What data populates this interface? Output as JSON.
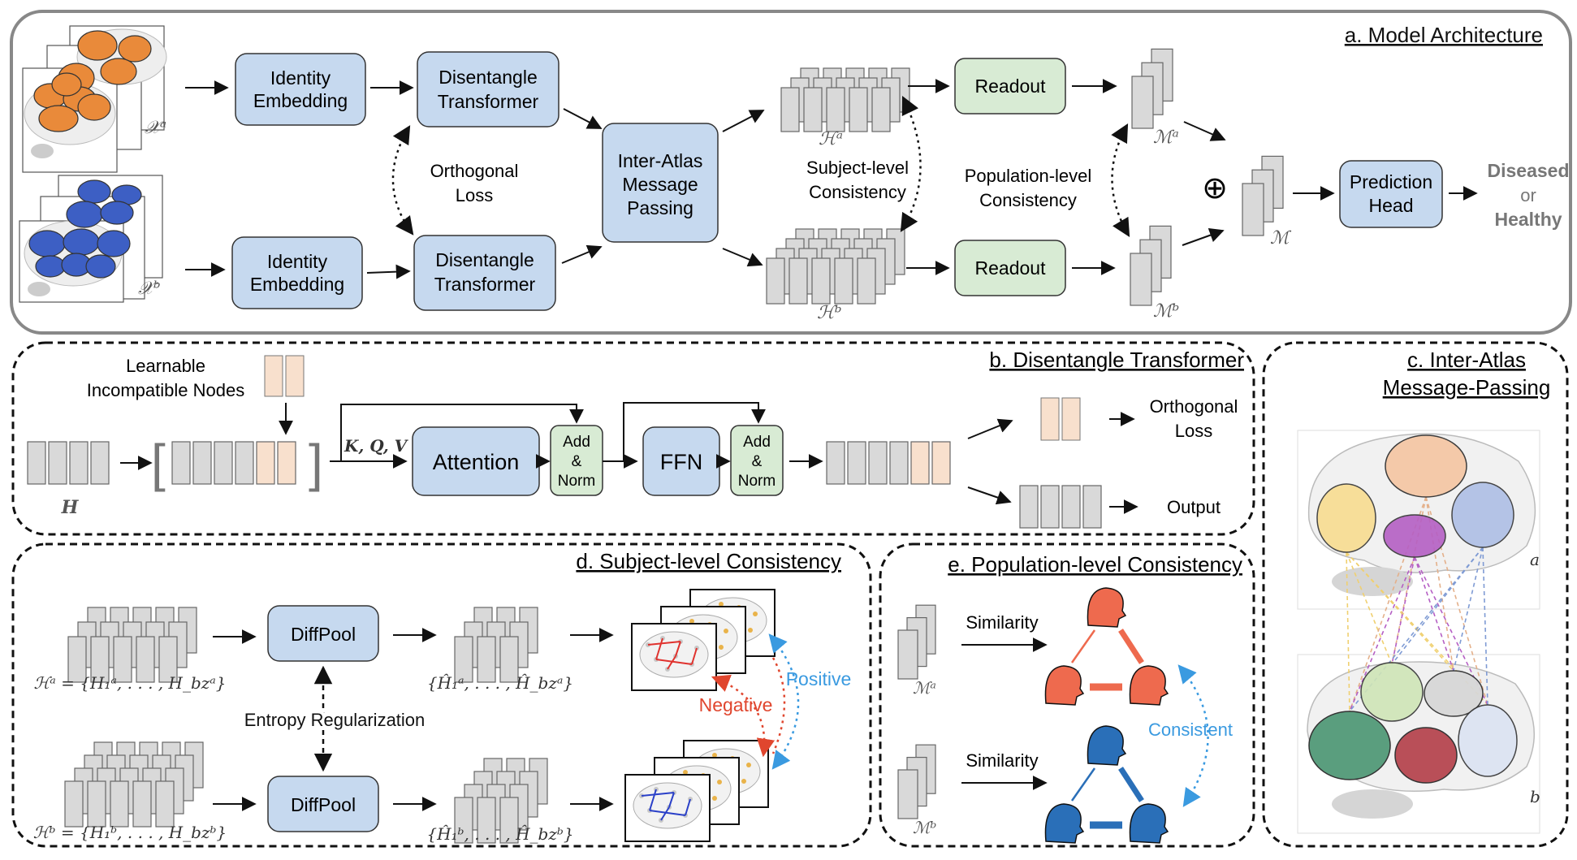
{
  "colors": {
    "blue_box": "#c6d9ef",
    "green_box": "#d8ebd4",
    "gray_block": "#d9d9d9",
    "peach_block": "#f8e0cd",
    "orange_region": "#e98a3a",
    "blue_region": "#3d5fc4",
    "negative": "#e0462e",
    "positive": "#3a9ae0",
    "person_red": "#ee6a4e",
    "person_blue": "#2a6fb8"
  },
  "panel_a": {
    "title": "a. Model Architecture",
    "identity_embedding": "Identity Embedding",
    "disentangle_transformer": "Disentangle Transformer",
    "orthogonal_loss": "Orthogonal Loss",
    "inter_atlas": "Inter-Atlas Message Passing",
    "subject_consistency": "Subject-level Consistency",
    "readout": "Readout",
    "population_consistency": "Population-level Consistency",
    "prediction_head": "Prediction Head",
    "plus": "⊕",
    "diseased": "Diseased",
    "or": "or",
    "healthy": "Healthy",
    "xa": "𝒳ᵃ",
    "xb": "𝒳ᵇ",
    "ha": "ℋᵃ",
    "hb": "ℋᵇ",
    "ma": "ℳᵃ",
    "mb": "ℳᵇ",
    "m": "ℳ"
  },
  "panel_b": {
    "title": "b. Disentangle Transformer",
    "learnable": "Learnable",
    "incompatible": "Incompatible Nodes",
    "h": "H",
    "kqv": "K, Q, V",
    "attention": "Attention",
    "add": "Add",
    "amp": "&",
    "norm": "Norm",
    "ffn": "FFN",
    "orth": "Orthogonal",
    "loss": "Loss",
    "output": "Output"
  },
  "panel_c": {
    "title_line1": "c. Inter-Atlas",
    "title_line2": "Message-Passing",
    "a": "a",
    "b": "b"
  },
  "panel_d": {
    "title": "d. Subject-level Consistency",
    "diffpool": "DiffPool",
    "entropy": "Entropy Regularization",
    "negative": "Negative",
    "positive": "Positive",
    "ha_set": "ℋᵃ = {H₁ᵃ, . . . , H_bzᵃ}",
    "hb_set": "ℋᵇ = {H₁ᵇ, . . . , H_bzᵇ}",
    "ha_hat": "{Ĥ₁ᵃ, . . . , Ĥ_bzᵃ}",
    "hb_hat": "{Ĥ₁ᵇ, . . . , Ĥ_bzᵇ}"
  },
  "panel_e": {
    "title": "e. Population-level Consistency",
    "similarity": "Similarity",
    "consistent": "Consistent",
    "ma": "ℳᵃ",
    "mb": "ℳᵇ"
  }
}
